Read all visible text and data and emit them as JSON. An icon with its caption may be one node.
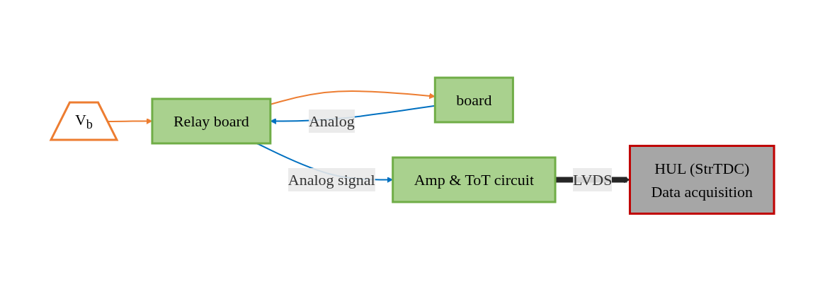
{
  "diagram": {
    "nodes": [
      {
        "text": [
          "V$_{b}$"
        ]
      },
      {
        "text": [
          "Relay board"
        ]
      },
      {
        "text": [
          "board"
        ]
      },
      {
        "text": [
          "Amp & ToT circuit"
        ]
      },
      {
        "text": [
          "HUL (StrTDC)",
          "Data acquisition"
        ]
      }
    ],
    "edges": [
      {
        "from": 0,
        "to": 1,
        "arrow": "to",
        "color": "#ed7d31"
      },
      {
        "from": 1,
        "to": 2,
        "arrow": "to",
        "color": "#ed7d31"
      },
      {
        "from": 2,
        "to": 1,
        "arrow": "to",
        "label": "Analog",
        "color": "#0070c0"
      },
      {
        "from": 1,
        "to": 3,
        "arrow": "to",
        "label": "Analog signal",
        "color": "#0070c0"
      },
      {
        "from": 3,
        "to": 4,
        "arrow": "to",
        "label": "LVDS",
        "style": "thick",
        "color": "#262626"
      }
    ]
  }
}
